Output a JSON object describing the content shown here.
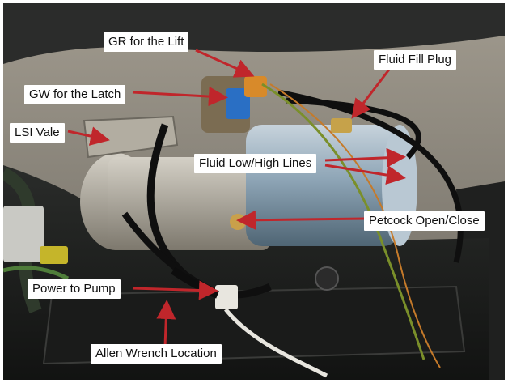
{
  "annotations": {
    "gr_lift": "GR for the Lift",
    "fluid_fill_plug": "Fluid Fill Plug",
    "gw_latch": "GW for the Latch",
    "lsi_valve": "LSI Vale",
    "fluid_lines": "Fluid Low/High Lines",
    "petcock": "Petcock Open/Close",
    "power_pump": "Power to Pump",
    "allen_wrench": "Allen Wrench Location"
  },
  "colors": {
    "arrow": "#c0262b",
    "label_bg": "#ffffff",
    "pump_body": "#8fa6b8"
  }
}
